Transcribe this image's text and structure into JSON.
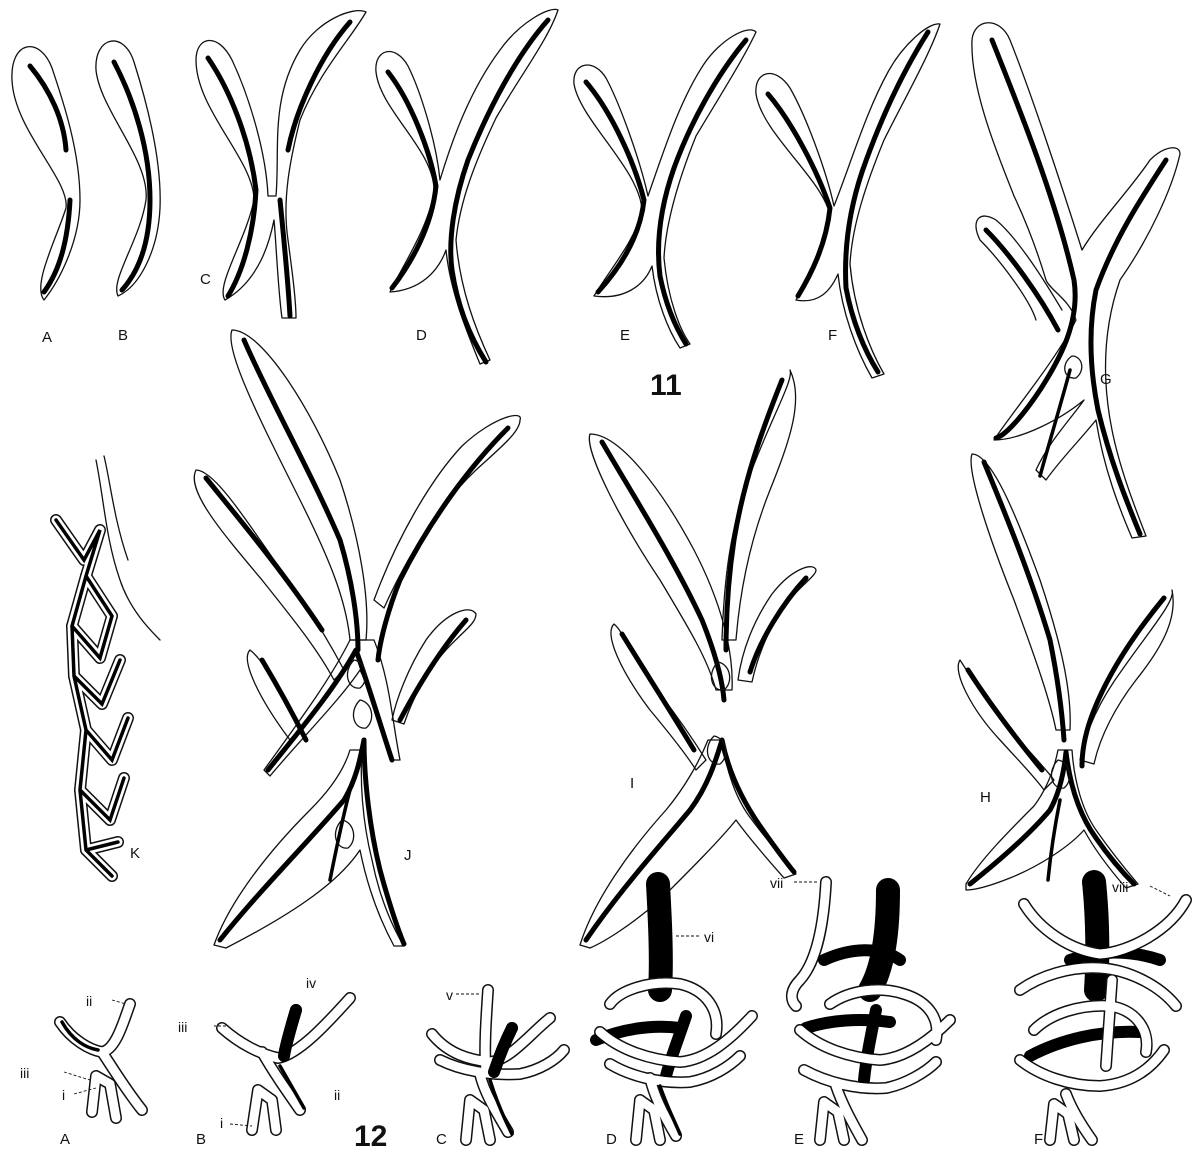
{
  "figure_numbers": {
    "fig11": "11",
    "fig12": "12"
  },
  "fig11_labels": {
    "a": "A",
    "b": "B",
    "c": "C",
    "d": "D",
    "e": "E",
    "f": "F",
    "g": "G",
    "h": "H",
    "i": "I",
    "j": "J",
    "k": "K"
  },
  "fig12_labels": {
    "a": "A",
    "b": "B",
    "c": "C",
    "d": "D",
    "e": "E",
    "f": "F"
  },
  "fig12_annotations": {
    "i": "i",
    "ii": "ii",
    "iii": "iii",
    "iv": "iv",
    "v": "v",
    "vi": "vi",
    "vii": "vii",
    "viii": "viii"
  }
}
